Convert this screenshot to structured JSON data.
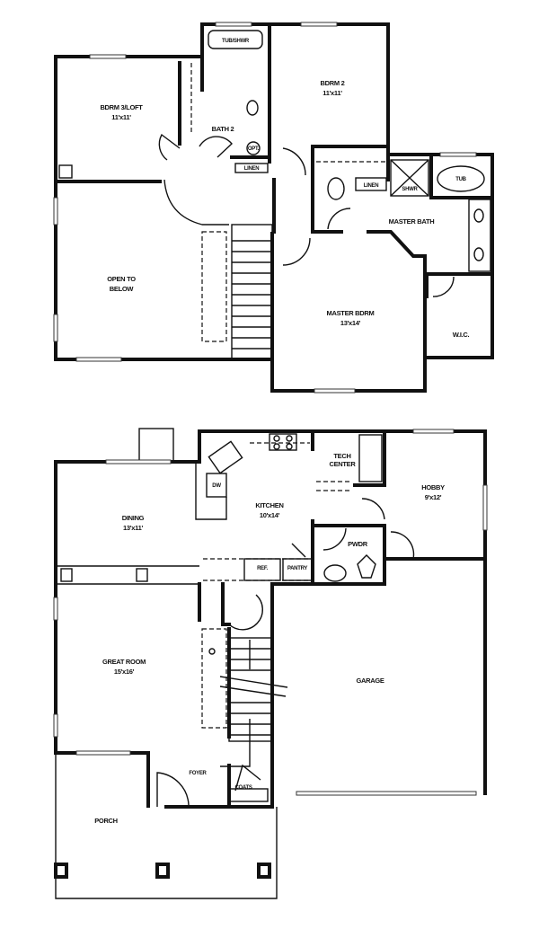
{
  "upper_floor": {
    "bdrm3": {
      "name": "BDRM 3/LOFT",
      "size": "11'x11'"
    },
    "bath2": {
      "name": "BATH 2"
    },
    "tub_shower": "TUB/SHWR",
    "opt": "OPT.",
    "linen_hall": "LINEN",
    "bdrm2": {
      "name": "BDRM 2",
      "size": "11'x11'"
    },
    "linen_master": "LINEN",
    "shower": "SHWR",
    "tub": "TUB",
    "master_bath": {
      "name": "MASTER BATH"
    },
    "open_to_below": {
      "line1": "OPEN TO",
      "line2": "BELOW"
    },
    "master_bdrm": {
      "name": "MASTER BDRM",
      "size": "13'x14'"
    },
    "wic": "W.I.C."
  },
  "lower_floor": {
    "dining": {
      "name": "DINING",
      "size": "13'x11'"
    },
    "dw": "DW",
    "kitchen": {
      "name": "KITCHEN",
      "size": "10'x14'"
    },
    "tech_center": {
      "line1": "TECH",
      "line2": "CENTER"
    },
    "hobby": {
      "name": "HOBBY",
      "size": "9'x12'"
    },
    "pwdr": "PWDR",
    "ref": "REF.",
    "pantry": "PANTRY",
    "great_room": {
      "name": "GREAT ROOM",
      "size": "15'x16'"
    },
    "garage": "GARAGE",
    "foyer": "FOYER",
    "coats": "COATS",
    "porch": "PORCH"
  }
}
